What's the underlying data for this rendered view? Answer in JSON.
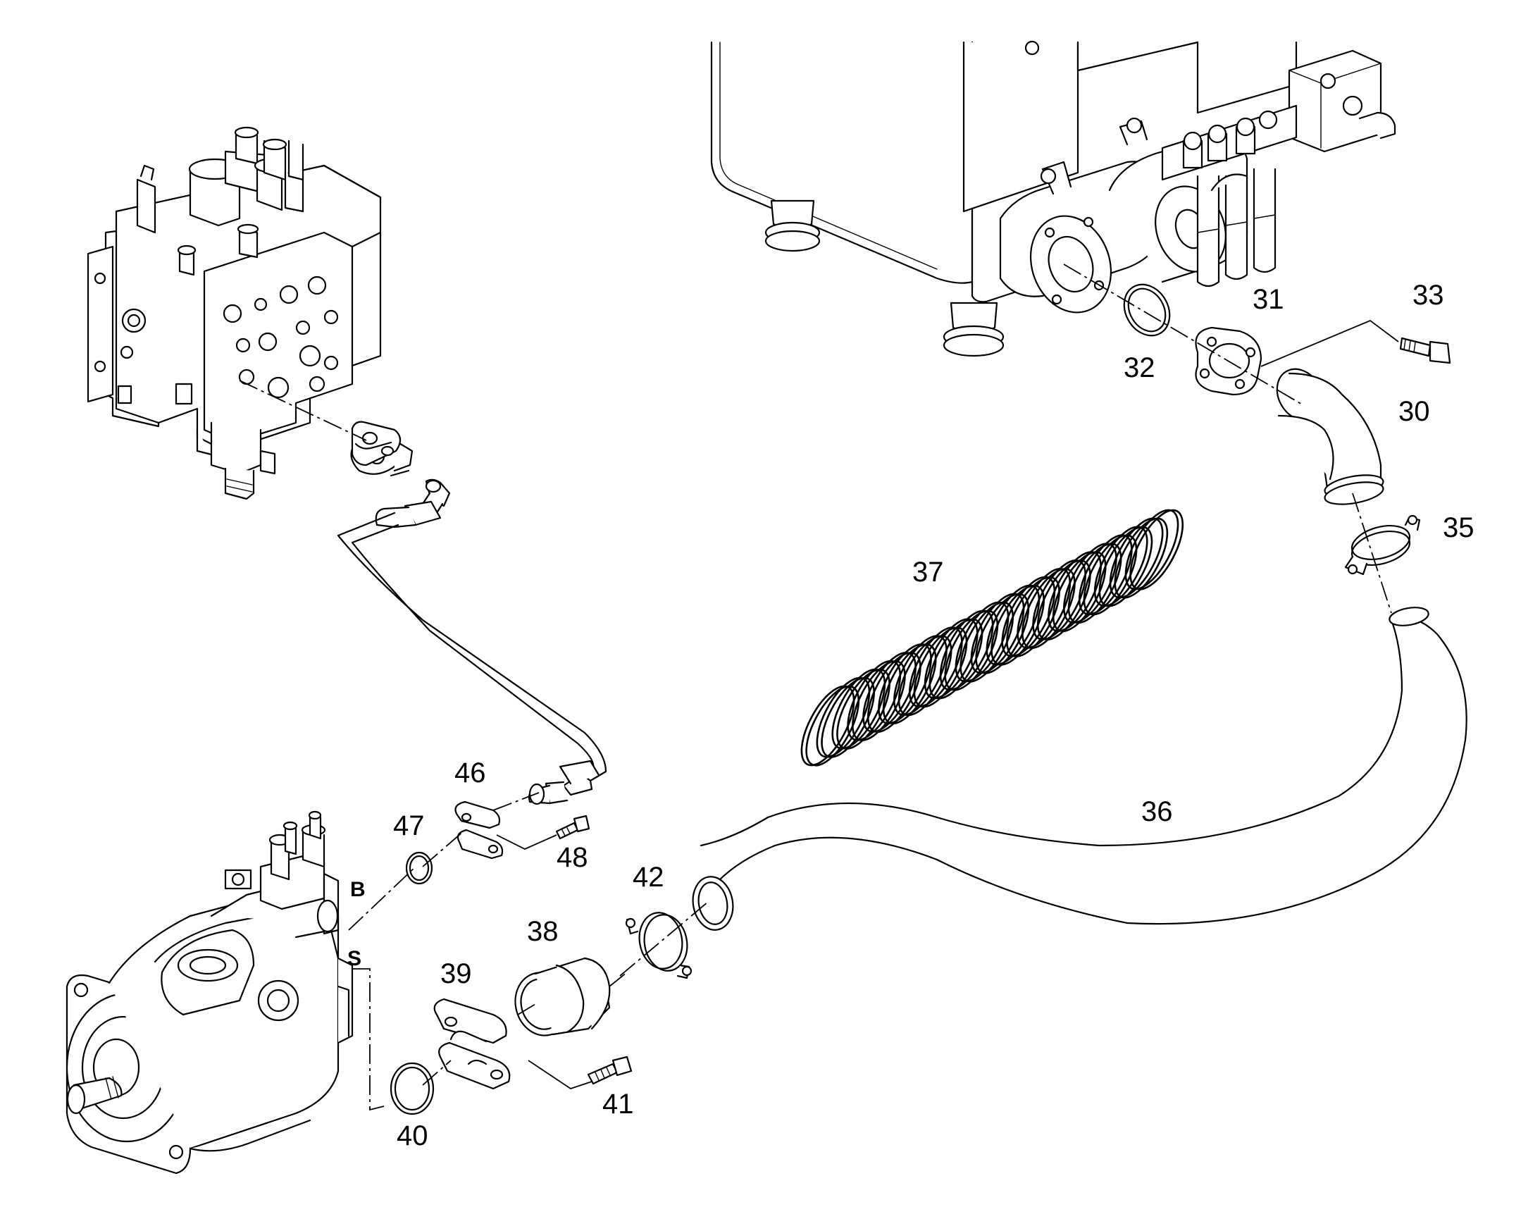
{
  "callouts": [
    {
      "id": "30",
      "text": "30"
    },
    {
      "id": "31",
      "text": "31"
    },
    {
      "id": "32",
      "text": "32"
    },
    {
      "id": "33",
      "text": "33"
    },
    {
      "id": "35",
      "text": "35"
    },
    {
      "id": "36",
      "text": "36"
    },
    {
      "id": "37",
      "text": "37"
    },
    {
      "id": "38",
      "text": "38"
    },
    {
      "id": "39",
      "text": "39"
    },
    {
      "id": "40",
      "text": "40"
    },
    {
      "id": "41",
      "text": "41"
    },
    {
      "id": "42",
      "text": "42"
    },
    {
      "id": "46",
      "text": "46"
    },
    {
      "id": "47",
      "text": "47"
    },
    {
      "id": "48",
      "text": "48"
    }
  ],
  "port_labels": [
    {
      "id": "B",
      "text": "B"
    },
    {
      "id": "S",
      "text": "S"
    }
  ],
  "line_color": "#000000",
  "background_color": "#ffffff"
}
